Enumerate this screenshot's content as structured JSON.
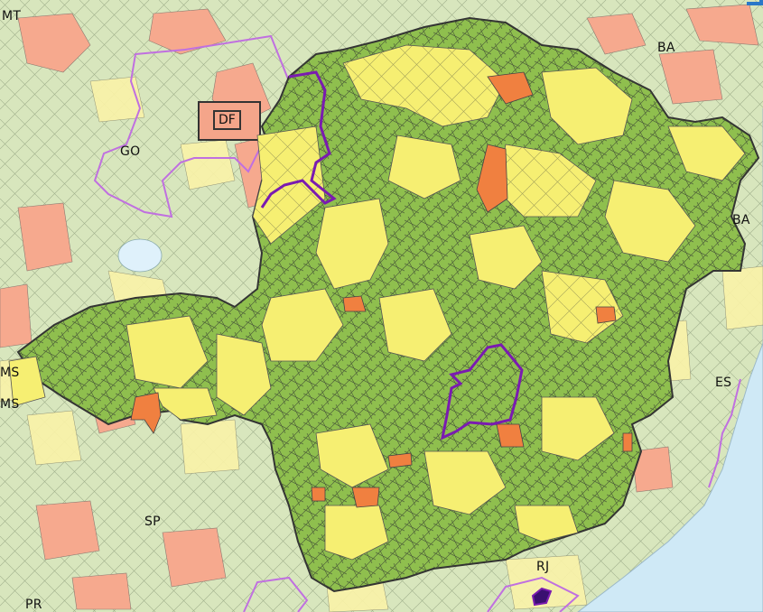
{
  "map": {
    "labels": {
      "mt": "MT",
      "ba_north": "BA",
      "df": "DF",
      "go": "GO",
      "ba_east": "BA",
      "ms_upper": "MS",
      "ms_lower": "MS",
      "es": "ES",
      "sp": "SP",
      "rj": "RJ",
      "pr": "PR"
    },
    "colors": {
      "ocean": "#cfe9f6",
      "background_land": "#d8e6bd",
      "green_muni": "#8fbf4e",
      "yellow_muni": "#f6ef72",
      "orange_muni": "#f08040",
      "pink_muni": "#f6a98e",
      "state_highlight": "#7a1bb0",
      "border_gray": "#6d6d6d",
      "go_border": "#c070e0"
    }
  }
}
